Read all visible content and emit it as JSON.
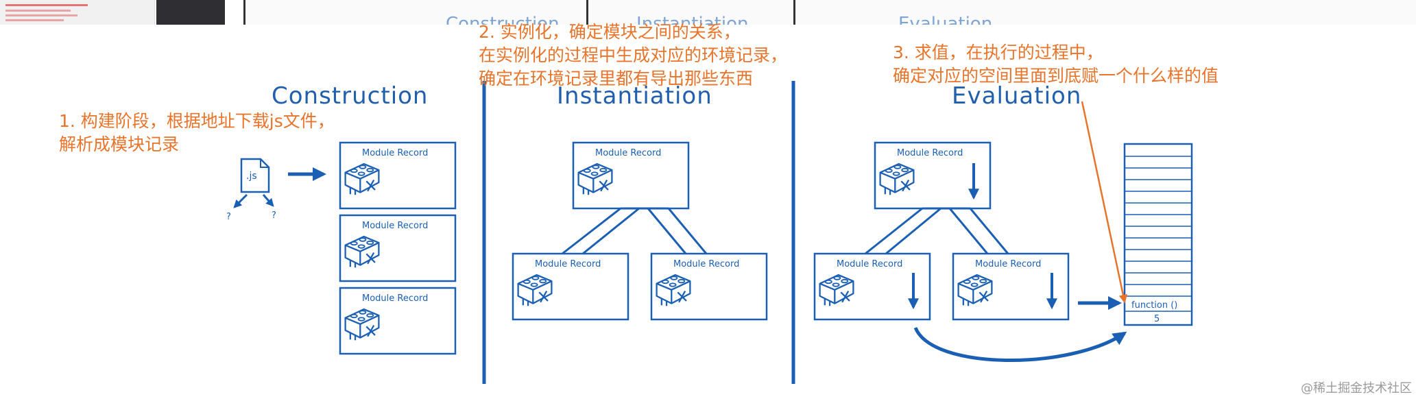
{
  "strip": {
    "labels": [
      "Construction",
      "Instantiation",
      "Evaluation"
    ]
  },
  "phases": {
    "construction": "Construction",
    "instantiation": "Instantiation",
    "evaluation": "Evaluation"
  },
  "notes": {
    "construction": [
      "1. 构建阶段，根据地址下载js文件，",
      "解析成模块记录"
    ],
    "instantiation": [
      "2. 实例化，确定模块之间的关系，",
      "在实例化的过程中生成对应的环境记录，",
      "确定在环境记录里都有导出那些东西"
    ],
    "evaluation": [
      "3. 求值，在执行的过程中，",
      "确定对应的空间里面到底赋一个什么样的值"
    ]
  },
  "diagram": {
    "module_label": "Module Record",
    "file_label": ".js",
    "unknown_label": "?",
    "memory_function_label": "function ()",
    "memory_value_label": "5"
  },
  "watermark": "@稀土掘金技术社区",
  "colors": {
    "sketch_blue": "#1a5fb4",
    "note_orange": "#e8742b",
    "arrow_orange": "#e8742b"
  }
}
